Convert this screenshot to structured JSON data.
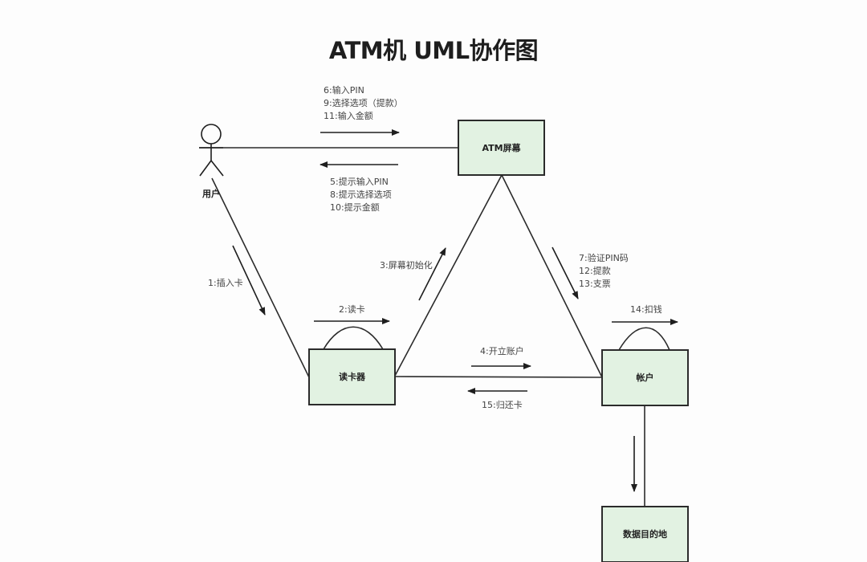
{
  "title": "ATM机 UML协作图",
  "actor": {
    "label": "用户"
  },
  "nodes": {
    "atm_screen": "ATM屏幕",
    "card_reader": "读卡器",
    "account": "帐户",
    "data_destination": "数据目的地"
  },
  "messages": {
    "user_to_screen": [
      "6:输入PIN",
      "9:选择选项（提款）",
      "11:输入金额"
    ],
    "screen_to_user": [
      "5:提示输入PIN",
      "8:提示选择选项",
      "10:提示金额"
    ],
    "user_to_reader": [
      "1:插入卡"
    ],
    "reader_self": [
      "2:读卡"
    ],
    "reader_to_screen": [
      "3:屏幕初始化"
    ],
    "screen_to_account": [
      "7:验证PIN码",
      "12:提款",
      "13:支票"
    ],
    "account_self": [
      "14:扣钱"
    ],
    "reader_to_account": [
      "4:开立账户"
    ],
    "account_to_reader": [
      "15:归还卡"
    ]
  }
}
